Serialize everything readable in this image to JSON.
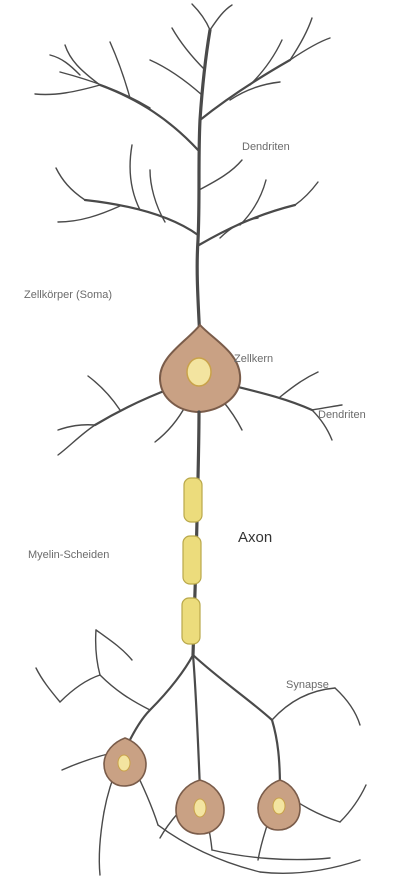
{
  "labels": {
    "dendrites_top": "Dendriten",
    "cell_body": "Zellkörper (Soma)",
    "nucleus": "Zellkern",
    "dendrites_side": "Dendriten",
    "axon": "Axon",
    "myelin_sheath": "Myelin-Scheiden",
    "synapse": "Synapse"
  },
  "colors": {
    "branch": "#4a4a4a",
    "soma_fill": "#c9a184",
    "soma_stroke": "#7a5c4a",
    "nucleus_fill": "#f3e4a0",
    "myelin_fill": "#ecdc7c",
    "myelin_stroke": "#b9a84a",
    "background": "#ffffff"
  }
}
